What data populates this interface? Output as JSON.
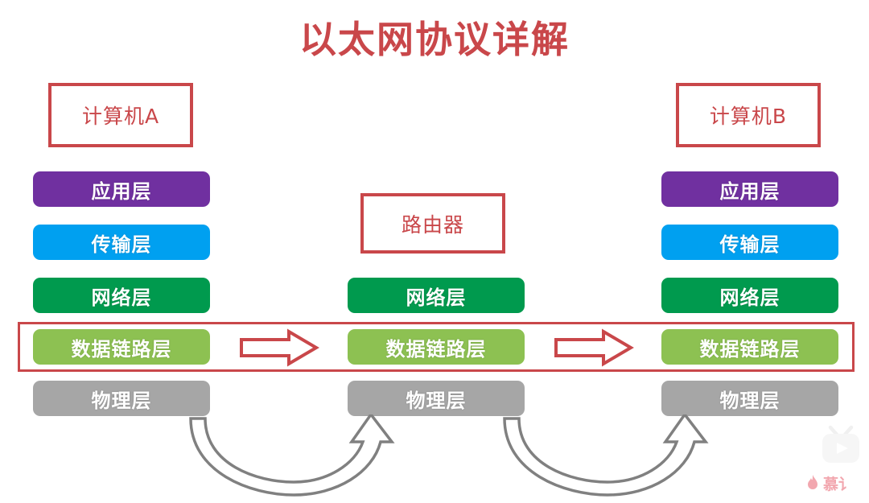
{
  "title": "以太网协议详解",
  "colors": {
    "accent_red": "#C9474A",
    "application": "#7030A0",
    "transport": "#00A0F0",
    "network": "#009A4E",
    "datalink": "#8DC152",
    "physical": "#A6A6A6",
    "curve_gray": "#808080",
    "watermark_pink": "#E8616E",
    "background": "#FFFFFF"
  },
  "nodes": {
    "host_a": {
      "label": "计算机A"
    },
    "host_b": {
      "label": "计算机B"
    },
    "router": {
      "label": "路由器"
    }
  },
  "layer_names": {
    "application": "应用层",
    "transport": "传输层",
    "network": "网络层",
    "datalink": "数据链路层",
    "physical": "物理层"
  },
  "stacks": {
    "host_a": {
      "application": "应用层",
      "transport": "传输层",
      "network": "网络层",
      "datalink": "数据链路层",
      "physical": "物理层"
    },
    "router": {
      "network": "网络层",
      "datalink": "数据链路层",
      "physical": "物理层"
    },
    "host_b": {
      "application": "应用层",
      "transport": "传输层",
      "network": "网络层",
      "datalink": "数据链路层",
      "physical": "物理层"
    }
  },
  "annotations": {
    "datalink_highlight": "数据链路层",
    "arrow_a_to_router": "计算机A 数据链路层 → 路由器 数据链路层",
    "arrow_router_to_b": "路由器 数据链路层 → 计算机B 数据链路层",
    "curve_a_to_router": "计算机A 物理层 → 路由器 物理层",
    "curve_router_to_b": "路由器 物理层 → 计算机B 物理层"
  },
  "watermark": {
    "brand_text": "慕讠"
  }
}
